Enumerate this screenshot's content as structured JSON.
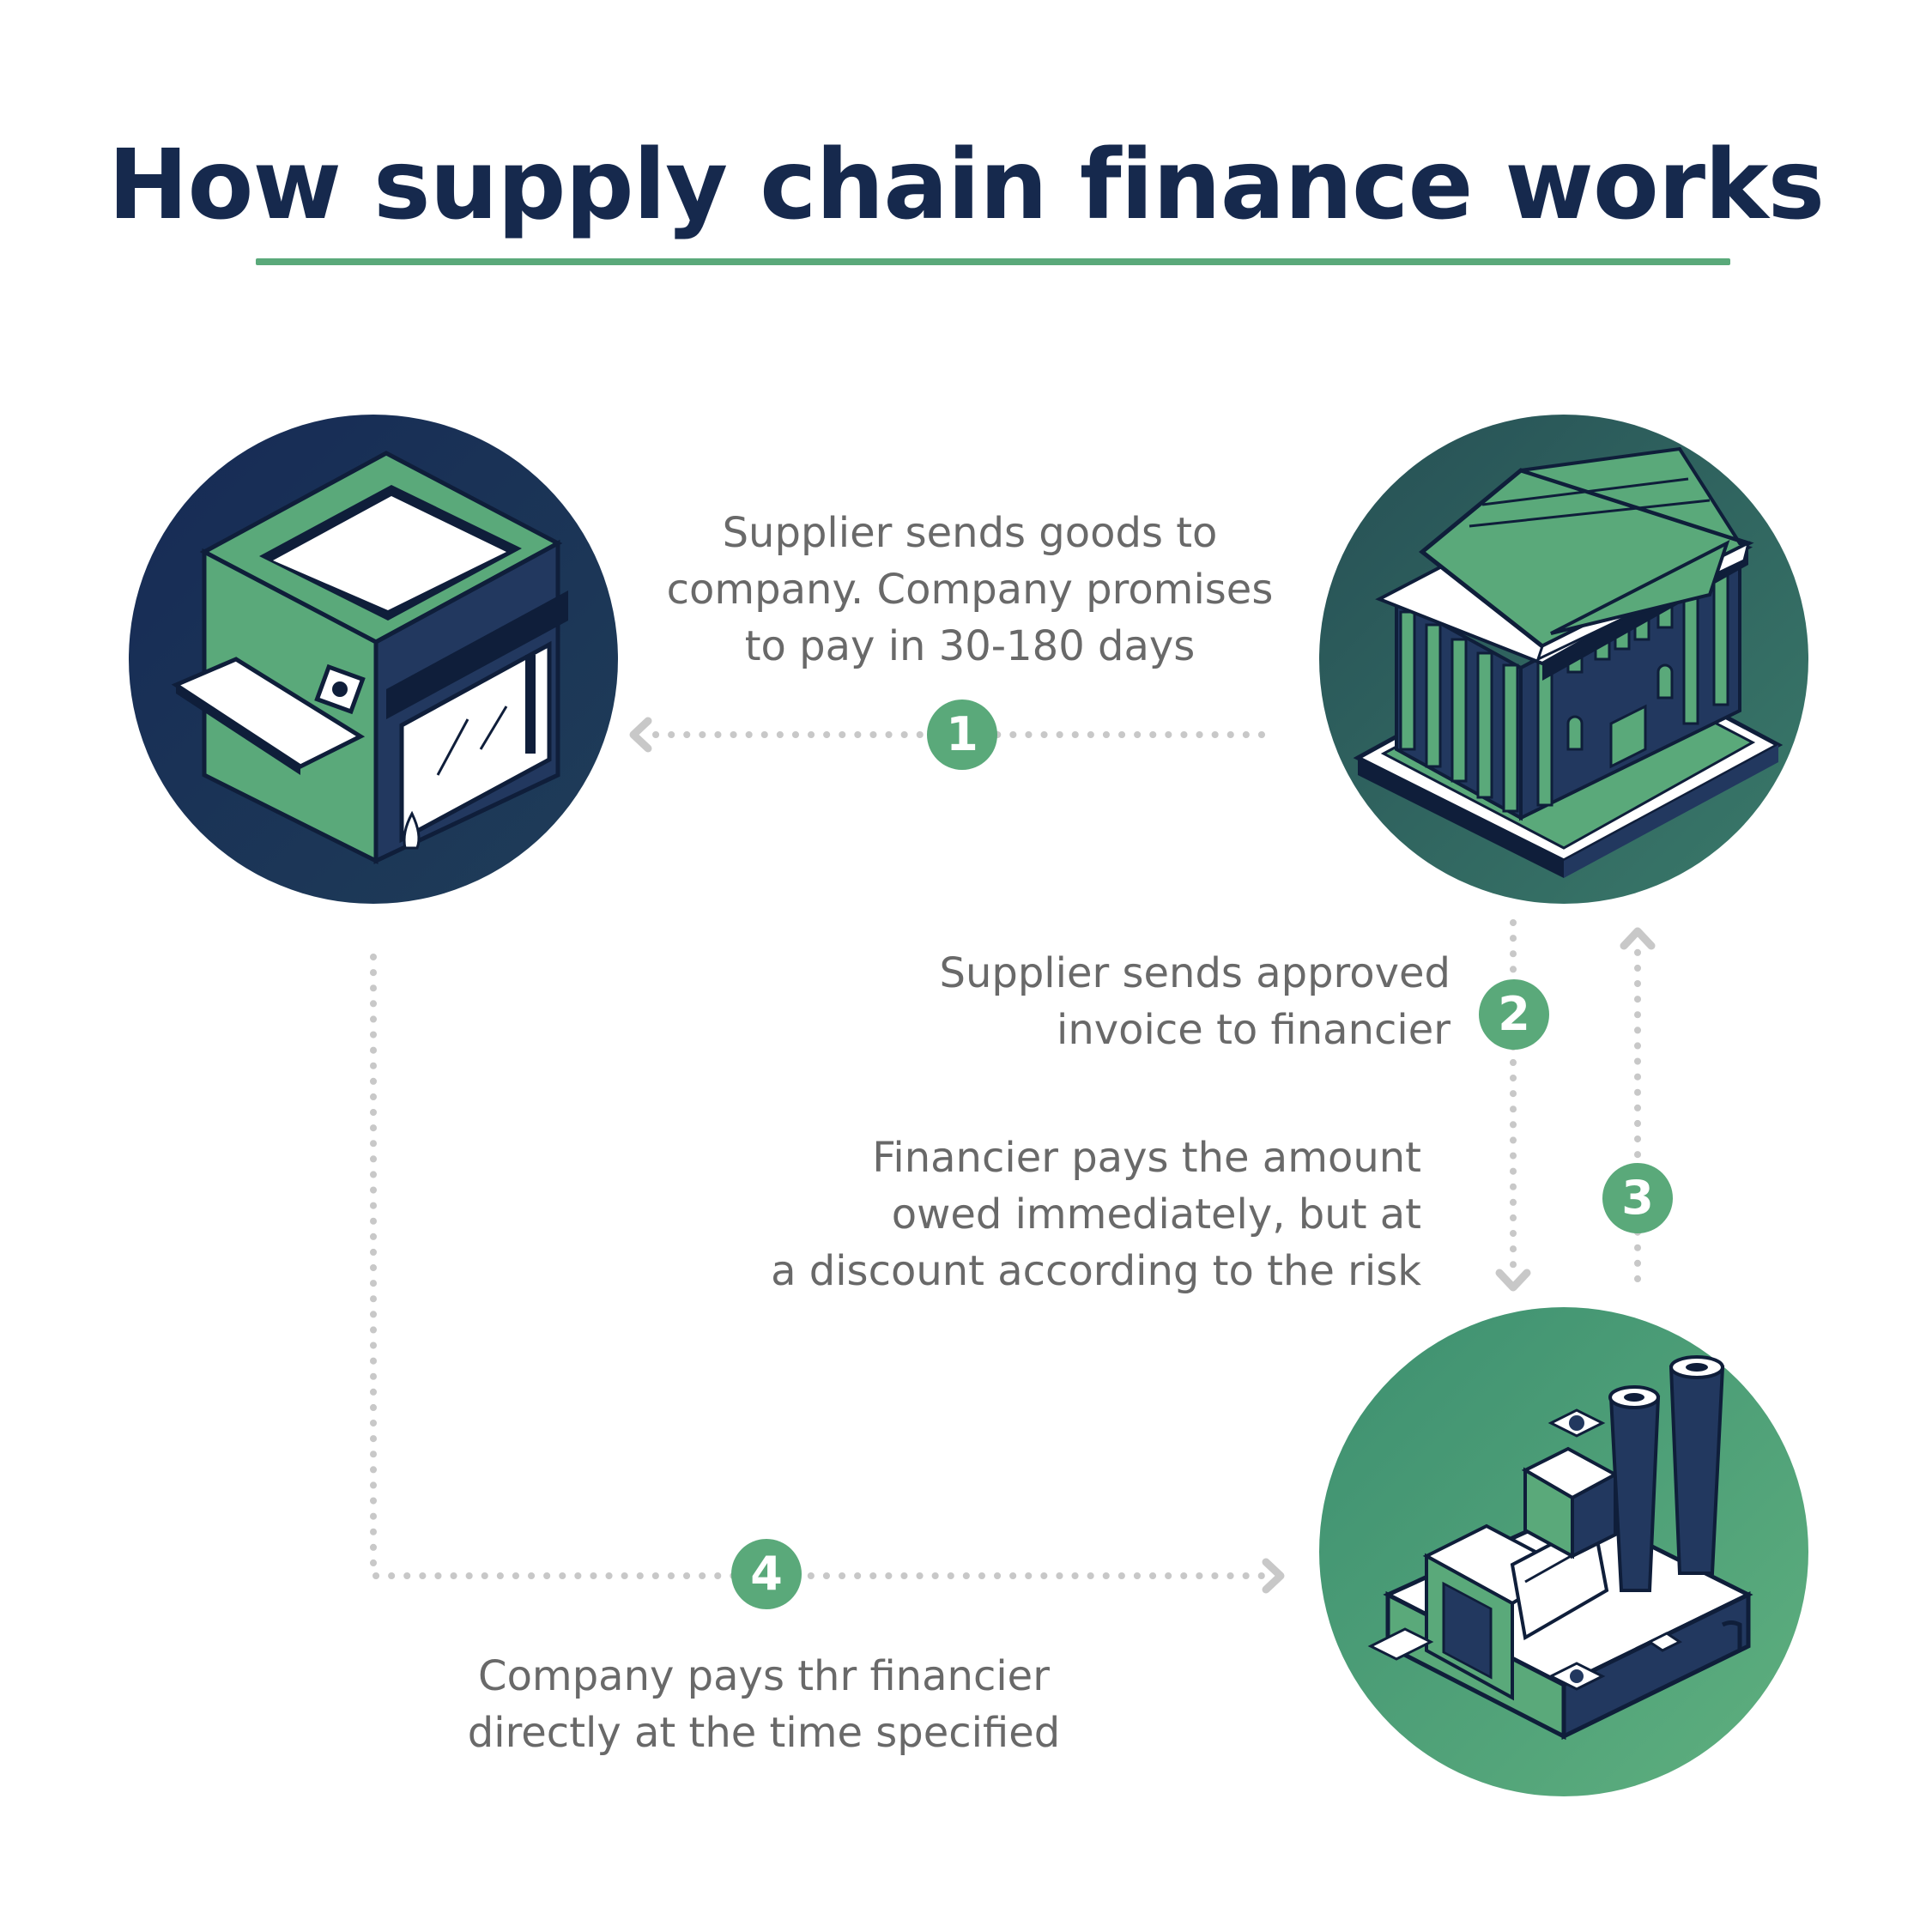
{
  "title": "How supply chain finance works",
  "colors": {
    "title": "#16294d",
    "accent_green": "#5aa97a",
    "navy": "#16294d",
    "teal": "#2d5f5f",
    "text_gray": "#696969",
    "arrow_gray": "#c8c8c8"
  },
  "nodes": [
    {
      "id": "company",
      "icon": "store-icon"
    },
    {
      "id": "financier",
      "icon": "bank-icon"
    },
    {
      "id": "supplier",
      "icon": "factory-icon"
    }
  ],
  "steps": [
    {
      "number": "1",
      "lines": [
        "Supplier sends goods to",
        "company. Company promises",
        "to pay in 30-180 days"
      ]
    },
    {
      "number": "2",
      "lines": [
        "Supplier sends approved",
        "invoice to financier"
      ]
    },
    {
      "number": "3",
      "lines": [
        "Financier pays the amount",
        "owed immediately, but at",
        "a discount according to the risk"
      ]
    },
    {
      "number": "4",
      "lines": [
        "Company pays thr financier",
        "directly at the time specified"
      ]
    }
  ]
}
